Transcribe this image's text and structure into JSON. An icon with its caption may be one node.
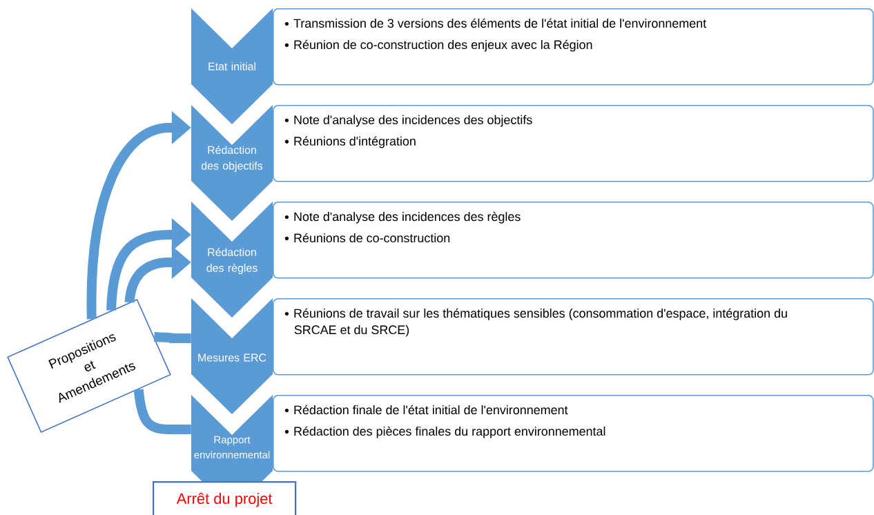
{
  "diagram": {
    "nodes": [
      {
        "text": [
          "Etat initial"
        ]
      },
      {
        "text": [
          "Transmission de 3 versions des éléments de l'état initial de l'environnement",
          "Réunion de co-construction des enjeux avec la Région"
        ]
      },
      {
        "text": [
          "Rédaction des objectifs"
        ]
      },
      {
        "text": [
          "Note d'analyse des incidences des objectifs",
          "Réunions d'intégration"
        ]
      },
      {
        "text": [
          "Rédaction des règles"
        ]
      },
      {
        "text": [
          "Note d'analyse des incidences des règles",
          "Réunions de co-construction"
        ]
      },
      {
        "text": [
          "Mesures ERC"
        ]
      },
      {
        "text": [
          "Réunions de travail sur les thématiques sensibles (consommation d'espace, intégration du SRCAE et du SRCE)"
        ]
      },
      {
        "text": [
          "Rapport environnemental"
        ]
      },
      {
        "text": [
          "Rédaction finale de l'état initial de l'environnement",
          "Rédaction des pièces finales du rapport environnemental"
        ]
      },
      {
        "text": [
          "Propositions et Amendements"
        ]
      },
      {
        "text": [
          "Arrêt du projet"
        ]
      }
    ],
    "edges": [
      {
        "from": 10,
        "to": 2,
        "arrow": "to"
      },
      {
        "from": 10,
        "to": 4,
        "arrow": "to"
      },
      {
        "from": 10,
        "to": 4,
        "arrow": "to"
      },
      {
        "from": 10,
        "to": 6,
        "arrow": "none"
      },
      {
        "from": 10,
        "to": 8,
        "arrow": "none"
      }
    ]
  }
}
